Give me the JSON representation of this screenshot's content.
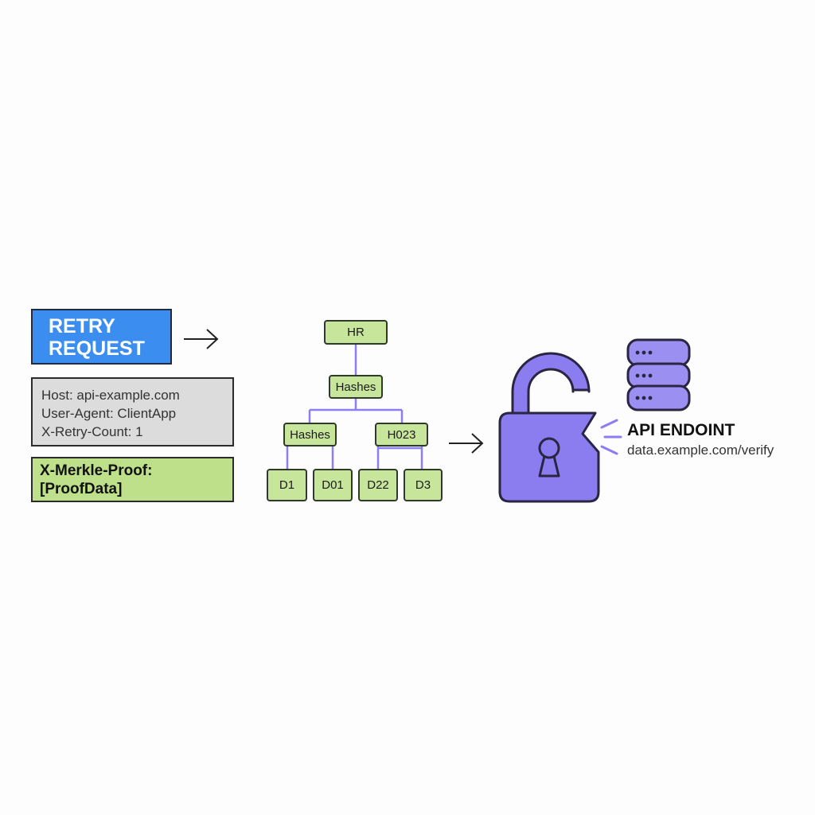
{
  "request": {
    "title_line1": "RETRY",
    "title_line2": "REQUEST",
    "headers": [
      "Host: api-example.com",
      "User-Agent: ClientApp",
      "X-Retry-Count: 1"
    ],
    "proof_line1": "X-Merkle-Proof:",
    "proof_line2": "[ProofData]"
  },
  "merkle_tree": {
    "root": "HR",
    "level1": "Hashes",
    "level2_left": "Hashes",
    "level2_right": "H023",
    "leaves": [
      "D1",
      "D01",
      "D22",
      "D3"
    ]
  },
  "endpoint": {
    "title": "API ENDOINT",
    "url": "data.example.com/verify"
  },
  "colors": {
    "request_blue": "#3b8ef0",
    "node_green": "#c7e59b",
    "proof_green": "#bfe08a",
    "lock_purple": "#8b7cf0",
    "connector_purple": "#8c7ef2"
  },
  "icons": [
    "arrow-right-icon",
    "open-padlock-icon",
    "keyhole-icon",
    "database-icon",
    "signal-lines-icon"
  ]
}
